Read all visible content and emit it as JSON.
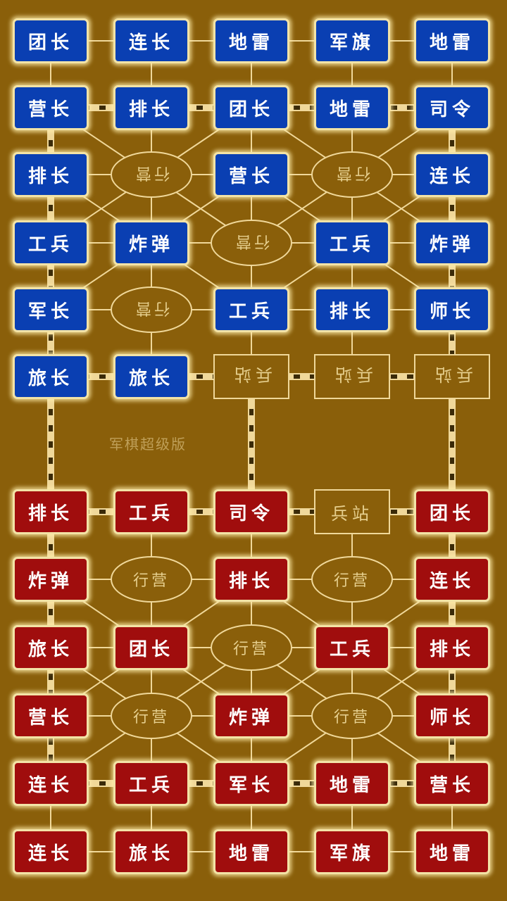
{
  "title": "军棋超级版",
  "colors": {
    "board": "#8a5f0a",
    "blue": "#0a3fb2",
    "red": "#a00d0d",
    "line": "#f0d89a"
  },
  "columns_x": [
    72,
    215,
    357,
    500,
    642
  ],
  "top_rows_y": [
    58,
    153,
    248,
    345,
    440,
    535
  ],
  "bottom_rows_y": [
    727,
    823,
    920,
    1017,
    1113,
    1210
  ],
  "blue_side": {
    "rows": [
      [
        "团长",
        "连长",
        "地雷",
        "军旗",
        "地雷"
      ],
      [
        "营长",
        "排长",
        "团长",
        "地雷",
        "司令"
      ],
      [
        "排长",
        "行营",
        "营长",
        "行营",
        "连长"
      ],
      [
        "工兵",
        "炸弹",
        "行营",
        "工兵",
        "炸弹"
      ],
      [
        "军长",
        "行营",
        "工兵",
        "排长",
        "师长"
      ],
      [
        "旅长",
        "旅长",
        "兵站",
        "兵站",
        "兵站"
      ]
    ]
  },
  "red_side": {
    "rows": [
      [
        "排长",
        "工兵",
        "司令",
        "兵站",
        "团长"
      ],
      [
        "炸弹",
        "行营",
        "排长",
        "行营",
        "连长"
      ],
      [
        "旅长",
        "团长",
        "行营",
        "工兵",
        "排长"
      ],
      [
        "营长",
        "行营",
        "炸弹",
        "行营",
        "师长"
      ],
      [
        "连长",
        "工兵",
        "军长",
        "地雷",
        "营长"
      ],
      [
        "连长",
        "旅长",
        "地雷",
        "军旗",
        "地雷"
      ]
    ]
  },
  "labels": {
    "camp": "行营",
    "station": "兵站"
  }
}
